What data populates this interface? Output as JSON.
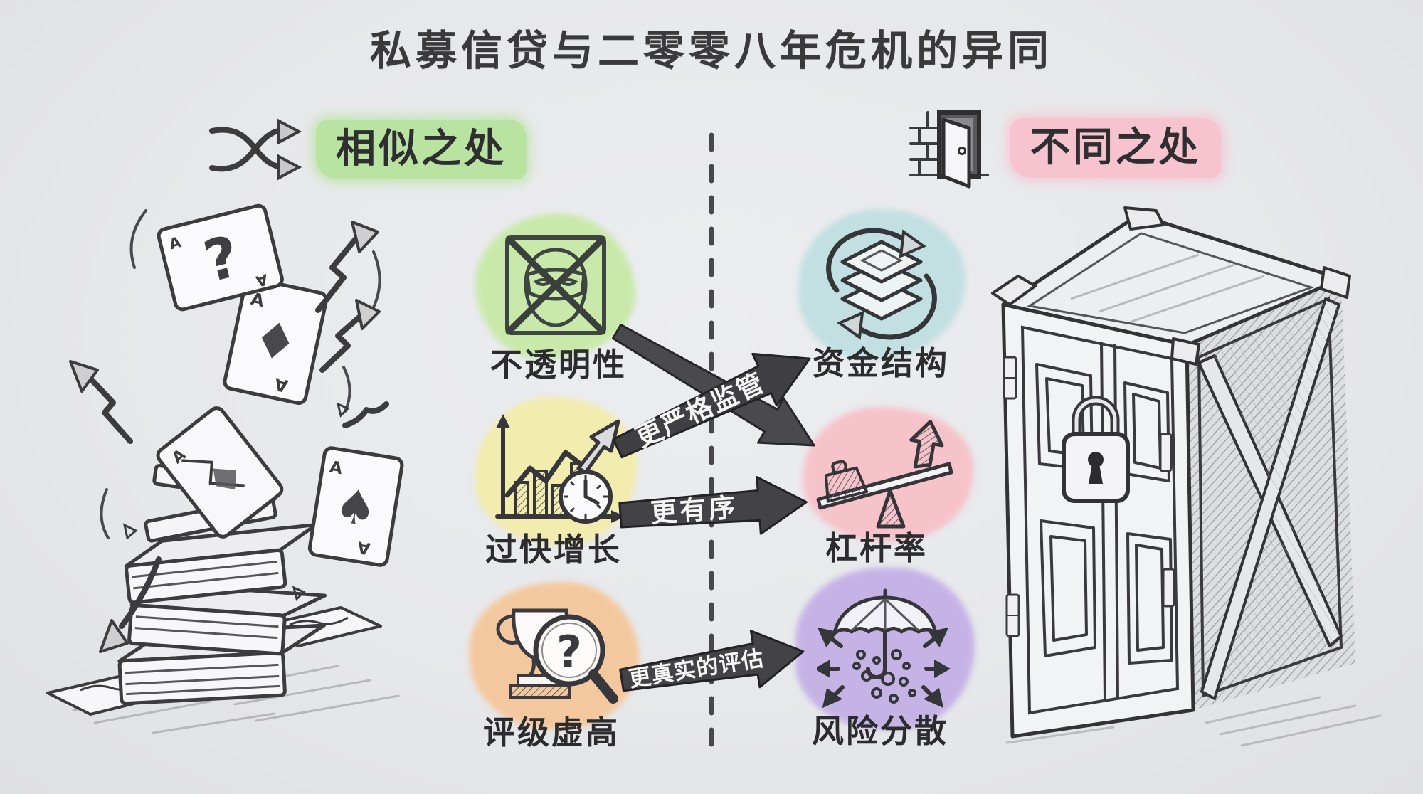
{
  "title": "私募信贷与二零零八年危机的异同",
  "colors": {
    "background": "#e8e9ec",
    "ink": "#3c3c3e",
    "similar_highlight": "#b9e3a1",
    "different_highlight": "#f7c3cf",
    "opacity_blob": "#c9e9ab",
    "growth_blob": "#f2ecae",
    "rating_blob": "#f4c89e",
    "structure_blob": "#c2dfe2",
    "leverage_blob": "#f6c3ca",
    "risk_blob": "#c6b3e6"
  },
  "similar": {
    "header": "相似之处",
    "header_icon": "shuffle-arrows-icon",
    "illustration": "collapsing stack of books and playing cards",
    "items": [
      {
        "label": "不透明性",
        "icon": "masked-face-crossed-icon"
      },
      {
        "label": "过快增长",
        "icon": "growth-chart-clock-icon"
      },
      {
        "label": "评级虚高",
        "icon": "trophy-magnifier-question-icon"
      }
    ]
  },
  "different": {
    "header": "不同之处",
    "header_icon": "open-door-brick-wall-icon",
    "illustration": "locked wooden crate with cross-braced side",
    "items": [
      {
        "label": "资金结构",
        "icon": "layers-cycle-icon"
      },
      {
        "label": "杠杆率",
        "icon": "seesaw-weight-arrow-icon"
      },
      {
        "label": "风险分散",
        "icon": "umbrella-scatter-icon"
      }
    ]
  },
  "arrows": {
    "regulation": "更严格监管",
    "orderly": "更有序",
    "assessment": "更真实的评估"
  },
  "card_symbols": {
    "question": "?",
    "diamond": "♦",
    "spade": "♠",
    "ace": "A"
  }
}
